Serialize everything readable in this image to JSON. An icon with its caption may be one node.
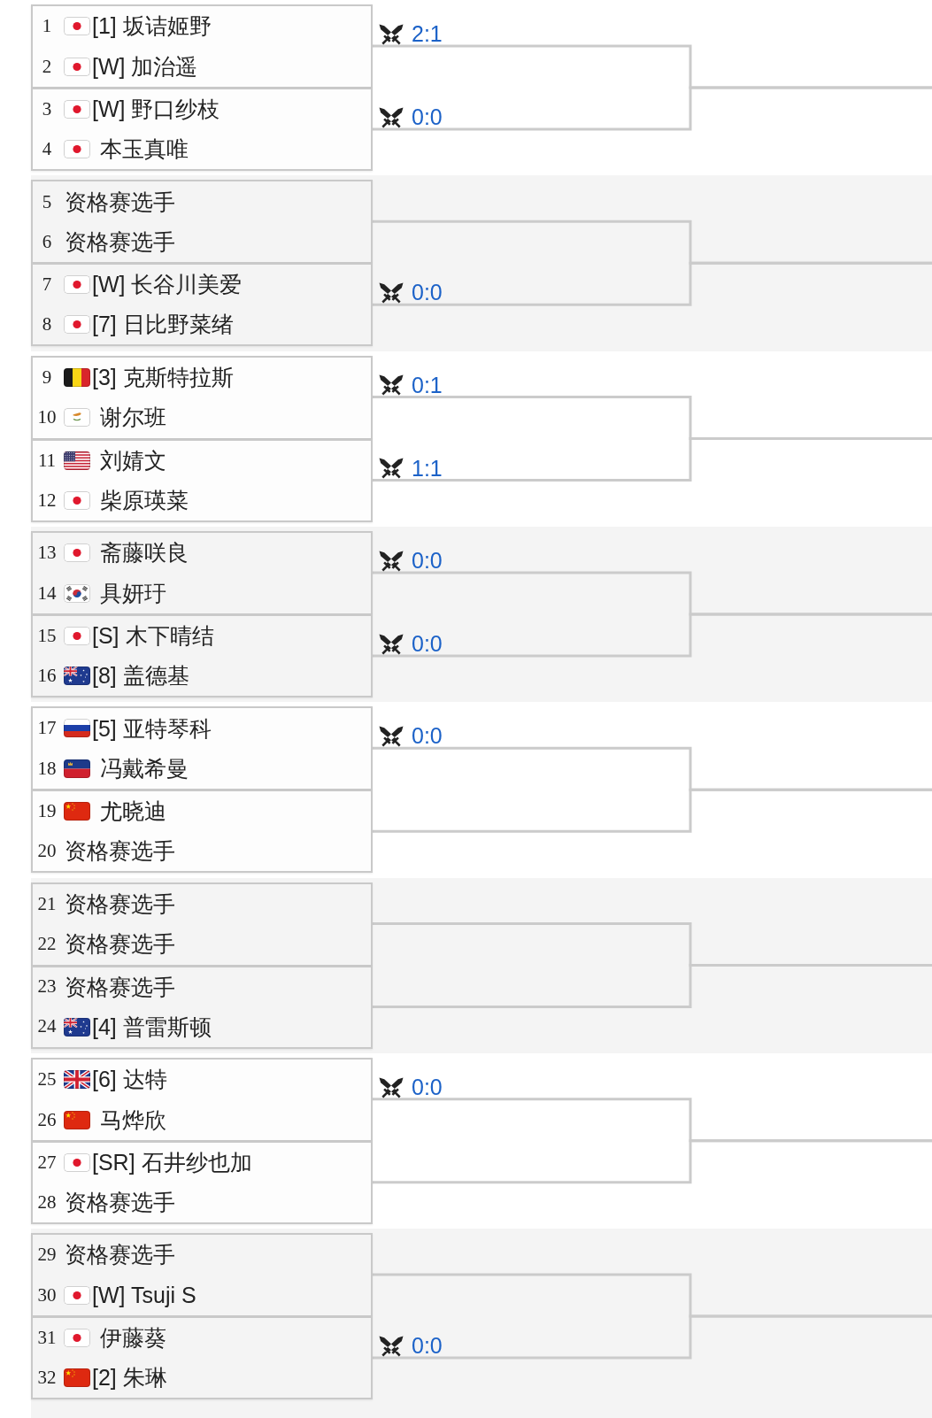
{
  "diagram": {
    "nodes": [
      {
        "text": [],
        "shape": "box",
        "beside": [
          "2:1"
        ]
      },
      {
        "text": [
          "1",
          "[1] 坂诘姬野"
        ],
        "in": 0
      },
      {
        "text": [
          "2",
          "[W] 加治遥"
        ],
        "in": 0
      },
      {
        "text": [],
        "shape": "box",
        "beside": [
          "0:0"
        ]
      },
      {
        "text": [
          "3",
          "[W] 野口纱枝"
        ],
        "in": 3
      },
      {
        "text": [
          "4",
          "本玉真唯"
        ],
        "in": 3
      },
      {
        "text": [],
        "shape": "box"
      },
      {
        "text": [
          "5",
          "资格赛选手"
        ],
        "in": 6
      },
      {
        "text": [
          "6",
          "资格赛选手"
        ],
        "in": 6
      },
      {
        "text": [],
        "shape": "box",
        "beside": [
          "0:0"
        ]
      },
      {
        "text": [
          "7",
          "[W] 长谷川美爱"
        ],
        "in": 9
      },
      {
        "text": [
          "8",
          "[7] 日比野菜绪"
        ],
        "in": 9
      },
      {
        "text": [],
        "shape": "box",
        "beside": [
          "0:1"
        ]
      },
      {
        "text": [
          "9",
          "[3] 克斯特拉斯"
        ],
        "in": 12
      },
      {
        "text": [
          "10",
          "谢尔班"
        ],
        "in": 12
      },
      {
        "text": [],
        "shape": "box",
        "beside": [
          "1:1"
        ]
      },
      {
        "text": [
          "11",
          "刘婧文"
        ],
        "in": 15
      },
      {
        "text": [
          "12",
          "柴原瑛菜"
        ],
        "in": 15
      },
      {
        "text": [],
        "shape": "box",
        "beside": [
          "0:0"
        ]
      },
      {
        "text": [
          "13",
          "斋藤咲良"
        ],
        "in": 18
      },
      {
        "text": [
          "14",
          "具妍玗"
        ],
        "in": 18
      },
      {
        "text": [],
        "shape": "box",
        "beside": [
          "0:0"
        ]
      },
      {
        "text": [
          "15",
          "[S] 木下晴结"
        ],
        "in": 21
      },
      {
        "text": [
          "16",
          "[8] 盖德基"
        ],
        "in": 21
      },
      {
        "text": [],
        "shape": "box",
        "beside": [
          "0:0"
        ]
      },
      {
        "text": [
          "17",
          "[5] 亚特琴科"
        ],
        "in": 24
      },
      {
        "text": [
          "18",
          "冯戴希曼"
        ],
        "in": 24
      },
      {
        "text": [],
        "shape": "box"
      },
      {
        "text": [
          "19",
          "尤晓迪"
        ],
        "in": 27
      },
      {
        "text": [
          "20",
          "资格赛选手"
        ],
        "in": 27
      },
      {
        "text": [],
        "shape": "box"
      },
      {
        "text": [
          "21",
          "资格赛选手"
        ],
        "in": 30
      },
      {
        "text": [
          "22",
          "资格赛选手"
        ],
        "in": 30
      },
      {
        "text": [],
        "shape": "box"
      },
      {
        "text": [
          "23",
          "资格赛选手"
        ],
        "in": 33
      },
      {
        "text": [
          "24",
          "[4] 普雷斯顿"
        ],
        "in": 33
      },
      {
        "text": [],
        "shape": "box",
        "beside": [
          "0:0"
        ]
      },
      {
        "text": [
          "25",
          "[6] 达特"
        ],
        "in": 36
      },
      {
        "text": [
          "26",
          "马烨欣"
        ],
        "in": 36
      },
      {
        "text": [],
        "shape": "box"
      },
      {
        "text": [
          "27",
          "[SR] 石井纱也加"
        ],
        "in": 39
      },
      {
        "text": [
          "28",
          "资格赛选手"
        ],
        "in": 39
      },
      {
        "text": [],
        "shape": "box"
      },
      {
        "text": [
          "29",
          "资格赛选手"
        ],
        "in": 42
      },
      {
        "text": [
          "30",
          "[W] Tsuji S"
        ],
        "in": 42
      },
      {
        "text": [],
        "shape": "box",
        "beside": [
          "0:0"
        ]
      },
      {
        "text": [
          "31",
          "伊藤葵"
        ],
        "in": 45
      },
      {
        "text": [
          "32",
          "[2] 朱琳"
        ],
        "in": 45
      }
    ],
    "edges": [
      {
        "from": 0,
        "to": null,
        "arrow": "none"
      },
      {
        "from": 3,
        "to": null,
        "arrow": "none"
      },
      {
        "from": 6,
        "to": null,
        "arrow": "none"
      },
      {
        "from": 9,
        "to": null,
        "arrow": "none"
      },
      {
        "from": 12,
        "to": null,
        "arrow": "none"
      },
      {
        "from": 15,
        "to": null,
        "arrow": "none"
      },
      {
        "from": 18,
        "to": null,
        "arrow": "none"
      },
      {
        "from": 21,
        "to": null,
        "arrow": "none"
      },
      {
        "from": 24,
        "to": null,
        "arrow": "none"
      },
      {
        "from": 27,
        "to": null,
        "arrow": "none"
      },
      {
        "from": 30,
        "to": null,
        "arrow": "none"
      },
      {
        "from": 33,
        "to": null,
        "arrow": "none"
      },
      {
        "from": 36,
        "to": null,
        "arrow": "none"
      },
      {
        "from": 39,
        "to": null,
        "arrow": "none"
      },
      {
        "from": 42,
        "to": null,
        "arrow": "none"
      },
      {
        "from": 45,
        "to": null,
        "arrow": "none"
      }
    ]
  }
}
